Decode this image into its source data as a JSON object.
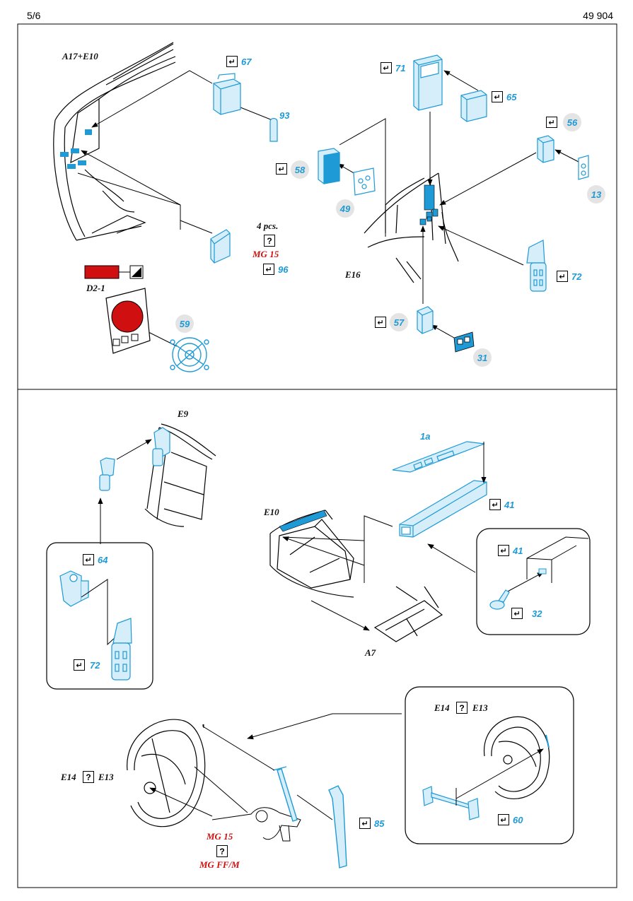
{
  "header": {
    "page": "5/6",
    "code": "49 904"
  },
  "colors": {
    "part_blue": "#1e9ad6",
    "part_fill": "#d5eefa",
    "red": "#d01010",
    "line": "#000000"
  },
  "icons": {
    "check": "check-box-icon",
    "question": "question-box-icon"
  },
  "top_left": {
    "title": "A17+E10",
    "p67": "67",
    "p93": "93",
    "pcs": "4 pcs.",
    "q": "?",
    "mg15": "MG 15",
    "p96": "96",
    "d2": "D2-1",
    "p59": "59"
  },
  "top_right": {
    "p71": "71",
    "p65": "65",
    "p56": "56",
    "p58": "58",
    "p49": "49",
    "p13": "13",
    "e16": "E16",
    "p72": "72",
    "p57": "57",
    "p31": "31"
  },
  "bottom": {
    "e9": "E9",
    "p64": "64",
    "p72": "72",
    "p1a": "1a",
    "p41a": "41",
    "e10": "E10",
    "p41b": "41",
    "p32": "32",
    "a7": "A7",
    "e14a": "E14",
    "qa": "?",
    "e13a": "E13",
    "mg15": "MG 15",
    "q2": "?",
    "mgff": "MG FF/M",
    "p85": "85",
    "e14b": "E14",
    "qb": "?",
    "e13b": "E13",
    "p60": "60"
  }
}
